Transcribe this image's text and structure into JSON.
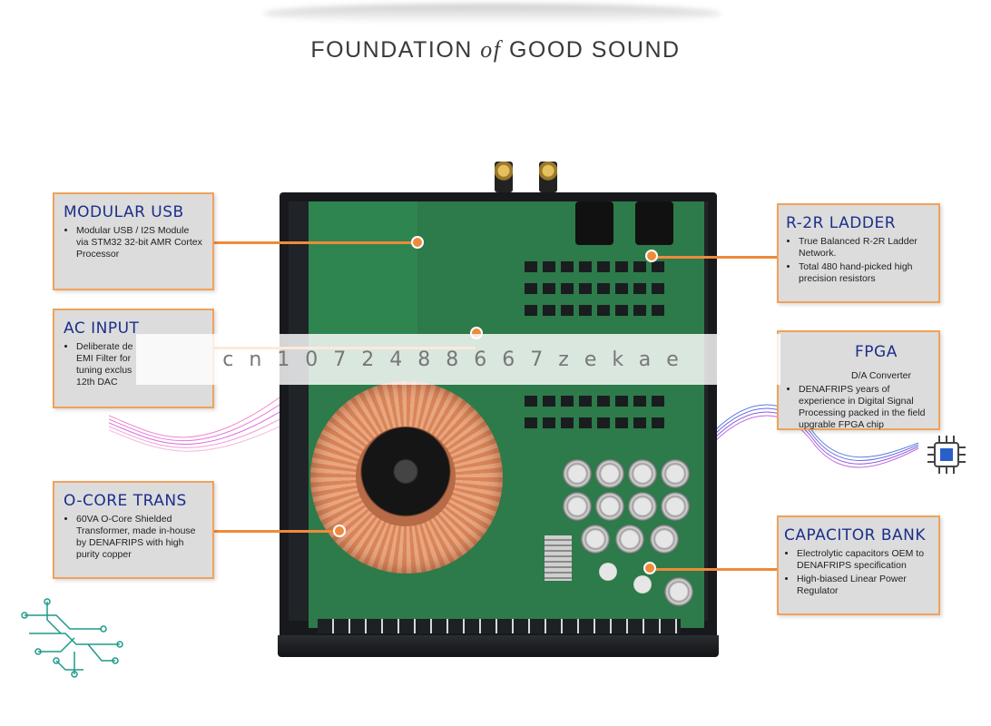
{
  "header": {
    "title_part1": "FOUNDATION",
    "title_of": "of",
    "title_part2": "GOOD SOUND"
  },
  "callouts": {
    "modular_usb": {
      "title": "MODULAR USB",
      "bullets": [
        "Modular USB / I2S Module via STM32 32-bit AMR Cortex Processor"
      ]
    },
    "ac_input": {
      "title": "AC INPUT",
      "bullets": [
        "Deliberate de EMI Filter for tuning exclus 12th DAC"
      ]
    },
    "o_core": {
      "title": "O-CORE TRANS",
      "bullets": [
        "60VA O-Core Shielded Transformer, made in-house by DENAFRIPS with high purity copper"
      ]
    },
    "r2r": {
      "title": "R-2R LADDER",
      "bullets": [
        "True Balanced R-2R Ladder Network.",
        "Total 480 hand-picked high precision resistors"
      ]
    },
    "fpga": {
      "title": "FPGA",
      "bullets": [
        "D/A Converter",
        "DENAFRIPS years of experience in Digital Signal Processing packed in the field upgrable FPGA chip"
      ]
    },
    "capacitor": {
      "title": "CAPACITOR BANK",
      "bullets": [
        "Electrolytic capacitors OEM to DENAFRIPS specification",
        "High-biased Linear Power Regulator"
      ]
    }
  },
  "watermark": {
    "text": "cn1072488667zekae"
  },
  "colors": {
    "accent": "#ee8a3c",
    "title_blue": "#1c2f8a",
    "box_bg": "#dcdcdc"
  }
}
